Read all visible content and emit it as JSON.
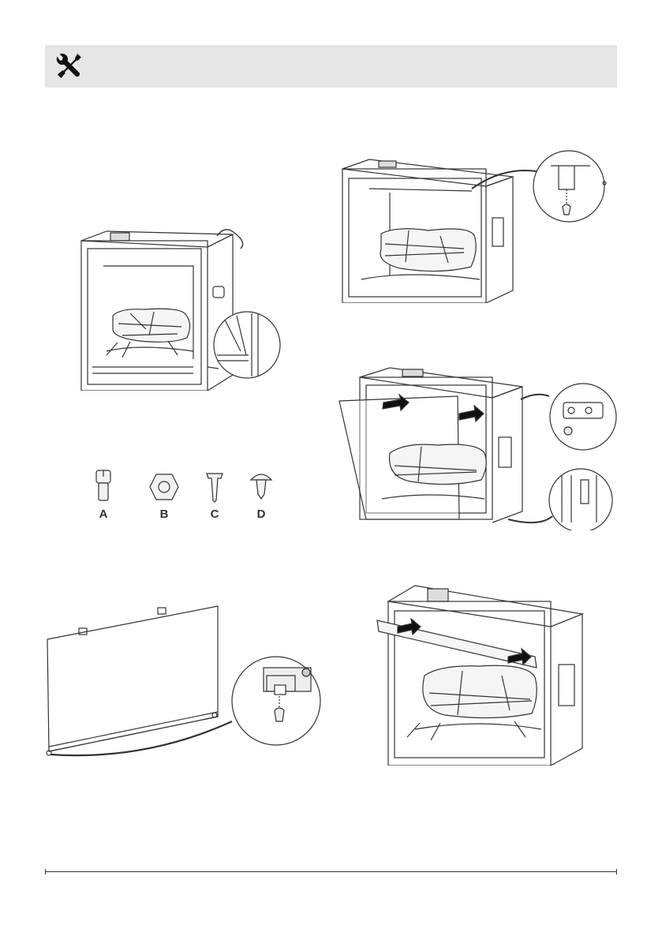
{
  "header": {
    "icon": "tools-icon"
  },
  "hardware": {
    "items": [
      {
        "label": "A",
        "icon": "screw-a-icon"
      },
      {
        "label": "B",
        "icon": "nut-b-icon"
      },
      {
        "label": "C",
        "icon": "plug-c-icon"
      },
      {
        "label": "D",
        "icon": "rivet-d-icon"
      }
    ]
  },
  "figures": [
    {
      "name": "insert-front-view-with-cord"
    },
    {
      "name": "insert-top-bracket-detail"
    },
    {
      "name": "insert-glass-installation"
    },
    {
      "name": "glass-panel-with-clips"
    },
    {
      "name": "insert-trim-installation"
    }
  ]
}
